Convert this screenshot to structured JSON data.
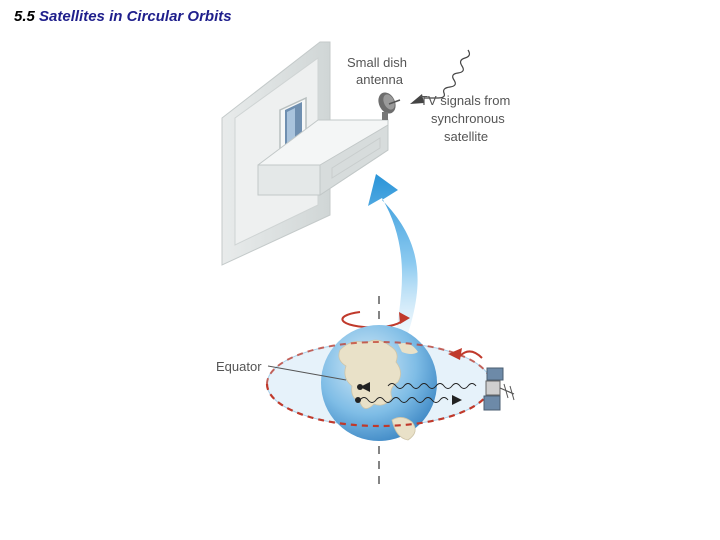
{
  "slide": {
    "number": "5.5",
    "title": "Satellites in Circular Orbits"
  },
  "labels": {
    "dish_line1": "Small dish",
    "dish_line2": "antenna",
    "tv_line1": "TV signals from",
    "tv_line2": "synchronous",
    "tv_line3": "satellite",
    "equator": "Equator"
  },
  "colors": {
    "title": "#1f1f8c",
    "arrow_blue": "#3a9fdc",
    "orbit_red": "#c0392b",
    "label_gray": "#555555",
    "earth_blue": "#4a9bd4",
    "building_gray": "#dfe3e3"
  },
  "icons": [
    "dish-antenna-icon",
    "satellite-icon",
    "earth-globe-icon"
  ]
}
